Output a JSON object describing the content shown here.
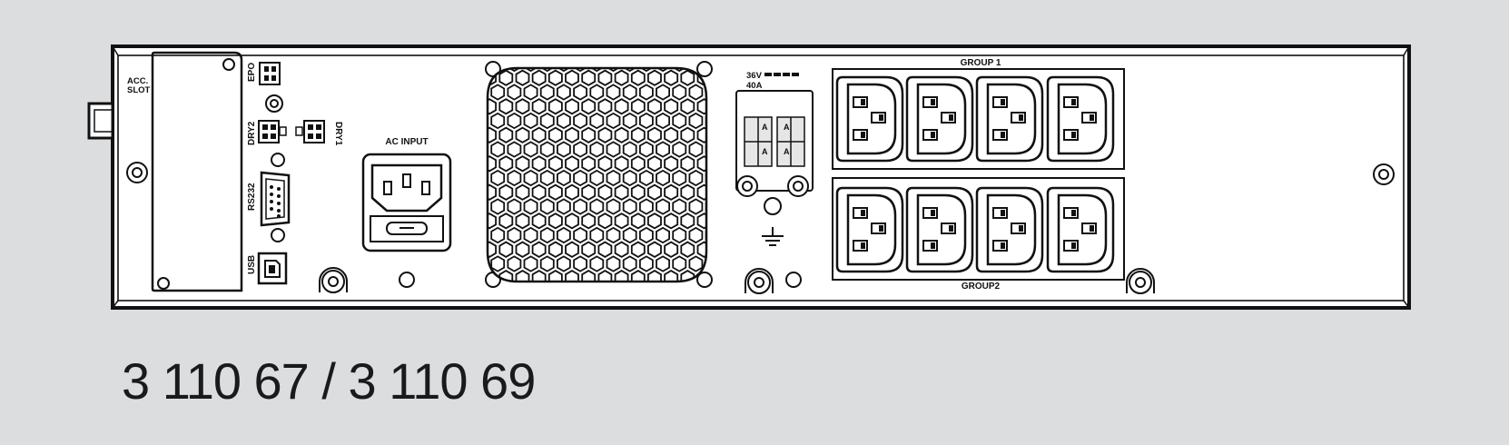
{
  "labels": {
    "acc_slot_1": "ACC.",
    "acc_slot_2": "SLOT",
    "epo": "EPO",
    "dry2": "DRY2",
    "dry1": "DRY1",
    "rs232": "RS232",
    "usb": "USB",
    "ac_input": "AC INPUT",
    "battery_voltage": "36V",
    "battery_current": "40A",
    "terminal_mark": "A",
    "group1": "GROUP 1",
    "group2": "GROUP2"
  },
  "caption": "3 110 67 / 3 110 69",
  "colors": {
    "background": "#dcdddf",
    "panel": "#ffffff",
    "line": "#111111"
  },
  "icons": [
    "ground-icon",
    "iec-c13-outlet-icon",
    "iec-c14-inlet-icon",
    "db9-connector-icon",
    "usb-b-port-icon",
    "screw-icon",
    "hex-fan-grill-icon"
  ]
}
